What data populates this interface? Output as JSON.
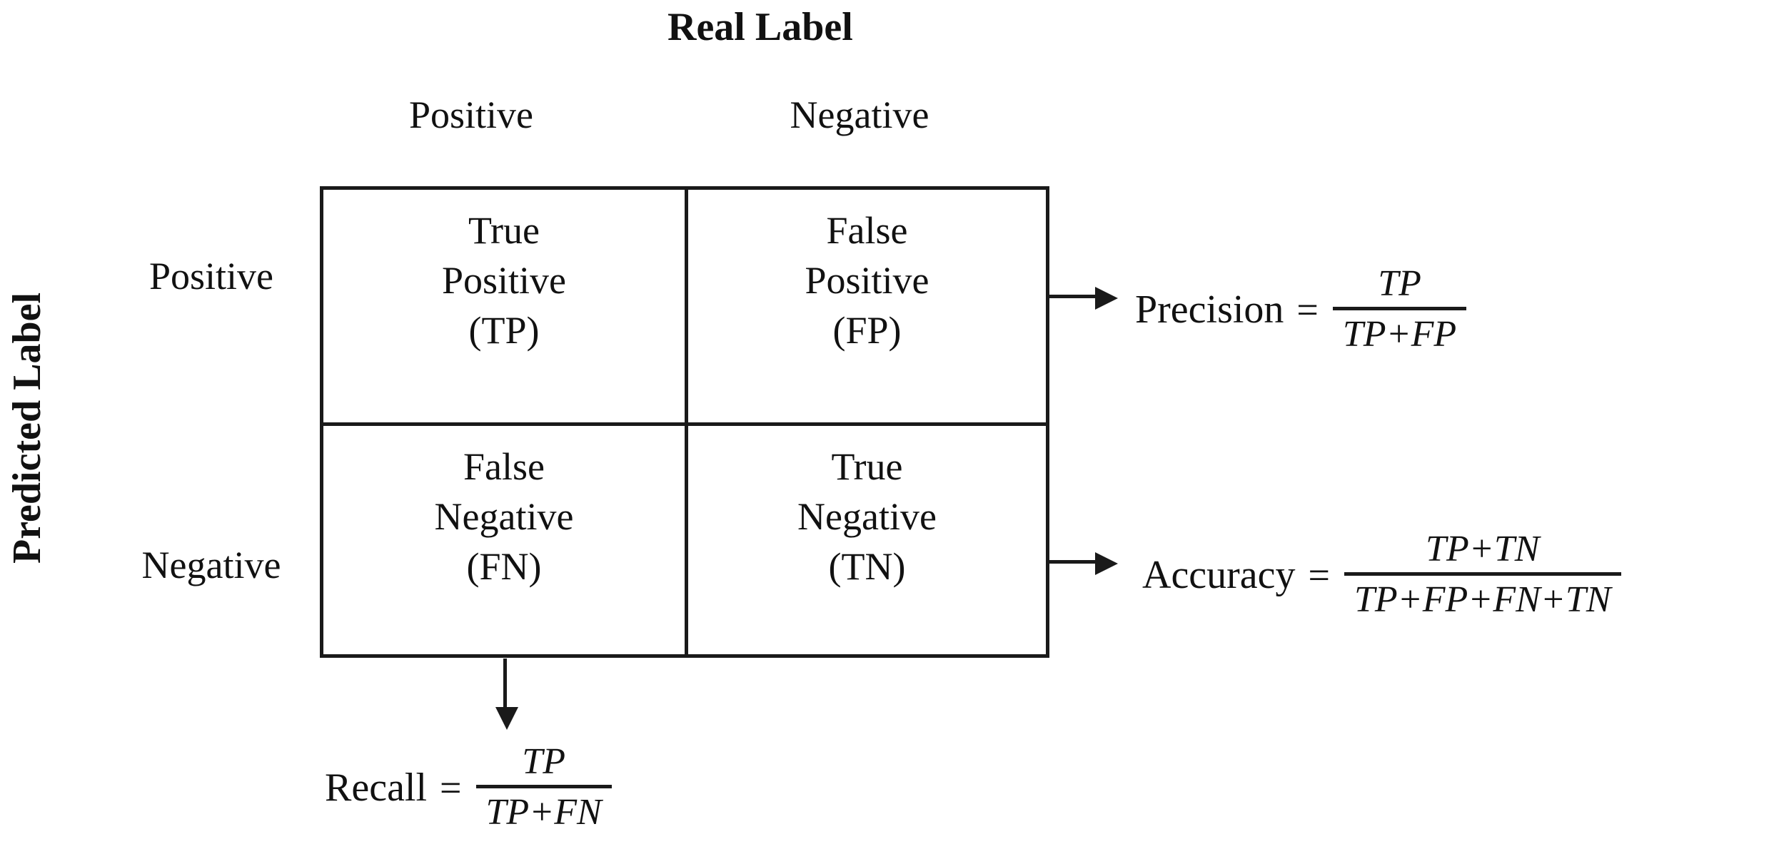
{
  "titles": {
    "real_label": "Real Label",
    "predicted_label": "Predicted Label"
  },
  "axes": {
    "columns": [
      "Positive",
      "Negative"
    ],
    "rows": [
      "Positive",
      "Negative"
    ]
  },
  "matrix": {
    "cells": [
      {
        "line1": "True",
        "line2": "Positive",
        "line3": "(TP)",
        "abbr": "TP"
      },
      {
        "line1": "False",
        "line2": "Positive",
        "line3": "(FP)",
        "abbr": "FP"
      },
      {
        "line1": "False",
        "line2": "Negative",
        "line3": "(FN)",
        "abbr": "FN"
      },
      {
        "line1": "True",
        "line2": "Negative",
        "line3": "(TN)",
        "abbr": "TN"
      }
    ]
  },
  "formulas": {
    "precision": {
      "name": "Precision",
      "equals": "=",
      "numerator": "TP",
      "denominator": "TP+FP"
    },
    "accuracy": {
      "name": "Accuracy",
      "equals": "=",
      "numerator": "TP+TN",
      "denominator": "TP+FP+FN+TN"
    },
    "recall": {
      "name": "Recall",
      "equals": "=",
      "numerator": "TP",
      "denominator": "TP+FN"
    }
  },
  "colors": {
    "ink": "#111111",
    "line": "#1a1a1a",
    "background": "#ffffff"
  }
}
